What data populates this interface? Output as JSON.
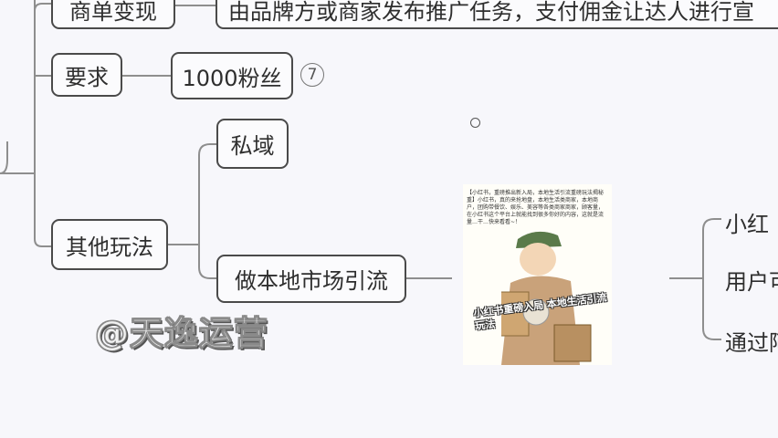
{
  "nodes": {
    "monetize": "商单变现",
    "monetize_desc": "由品牌方或商家发布推广任务，支付佣金让达人进行宣",
    "requirement": "要求",
    "fans": "1000粉丝",
    "fans_badge": "7",
    "other": "其他玩法",
    "private": "私域",
    "local": "做本地市场引流"
  },
  "right_items": [
    "小红",
    "用户可",
    "通过阿"
  ],
  "watermark": "@天逸运营",
  "cover": {
    "body_text": "【小红书，重磅推出新入局，本地生活引流重磅玩法揭秘重】小红书，真的来抢地盘，本地生活类商家，本地商户，团购带餐饮、娱乐、美容等各类商家商家，顾客量，在小红书这个平台上就能找到很多你好的内容，这就是流量…干…快来看看~！",
    "headline": "小红书重磅入局 本地生活引流玩法"
  }
}
